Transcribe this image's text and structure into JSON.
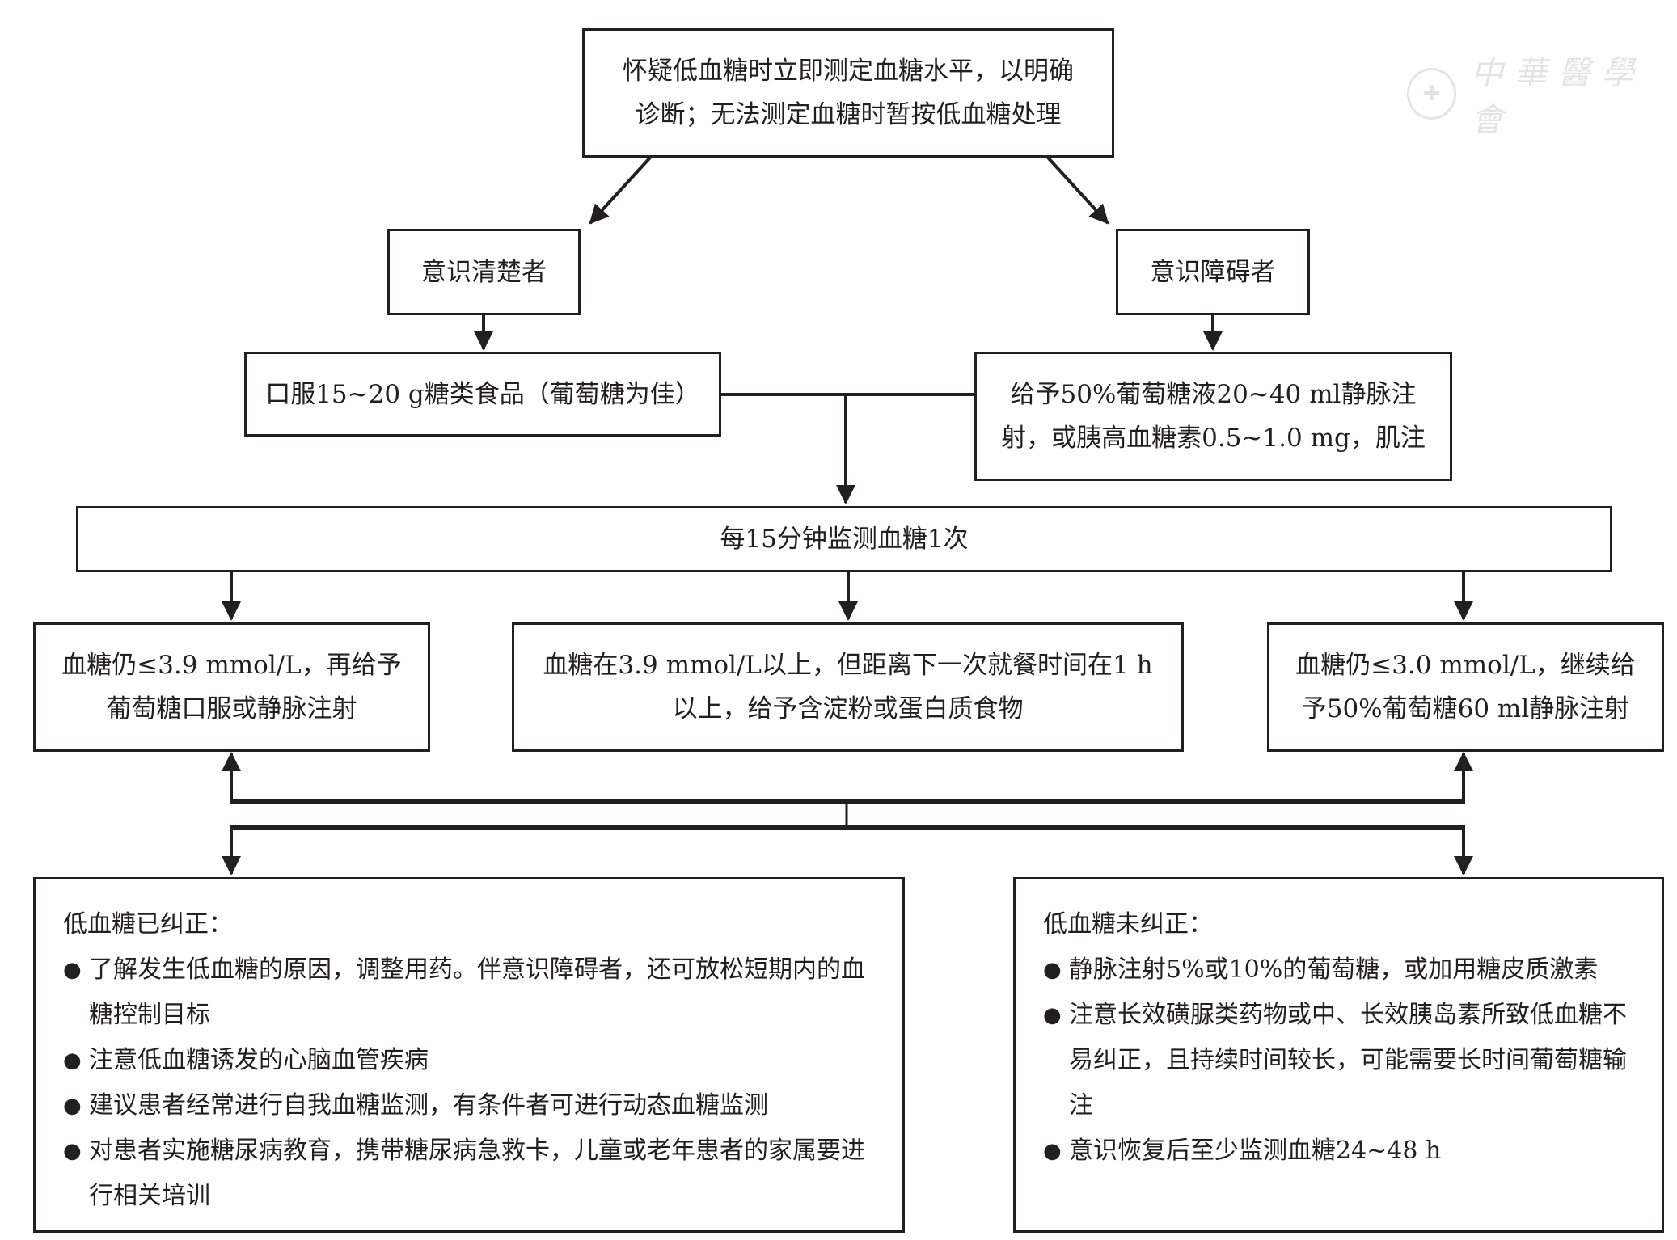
{
  "watermark": {
    "emblem_icon": "medical-association-seal",
    "text": "中華醫學會"
  },
  "nodes": {
    "start": "怀疑低血糖时立即测定血糖水平，以明确诊断；无法测定血糖时暂按低血糖处理",
    "start_line1": "怀疑低血糖时立即测定血糖水平，以明确",
    "start_line2": "诊断；无法测定血糖时暂按低血糖处理",
    "conscious": "意识清楚者",
    "impaired": "意识障碍者",
    "oral_line1": "口服15~20 g糖类食品（葡萄糖为佳）",
    "iv_line1": "给予50%葡萄糖液20~40 ml静脉注",
    "iv_line2": "射，或胰高血糖素0.5~1.0 mg，肌注",
    "monitor": "每15分钟监测血糖1次",
    "left_result_line1": "血糖仍≤3.9 mmol/L，再给予",
    "left_result_line2": "葡萄糖口服或静脉注射",
    "mid_result_line1": "血糖在3.9 mmol/L以上，但距离下一次就餐时间在1 h",
    "mid_result_line2": "以上，给予含淀粉或蛋白质食物",
    "right_result_line1": "血糖仍≤3.0 mmol/L，继续给",
    "right_result_line2": "予50%葡萄糖60 ml静脉注射"
  },
  "corrected": {
    "heading": "低血糖已纠正：",
    "items": [
      "了解发生低血糖的原因，调整用药。伴意识障碍者，还可放松短期内的血糖控制目标",
      "注意低血糖诱发的心脑血管疾病",
      "建议患者经常进行自我血糖监测，有条件者可进行动态血糖监测",
      "对患者实施糖尿病教育，携带糖尿病急救卡，儿童或老年患者的家属要进行相关培训"
    ]
  },
  "not_corrected": {
    "heading": "低血糖未纠正：",
    "items": [
      "静脉注射5%或10%的葡萄糖，或加用糖皮质激素",
      "注意长效磺脲类药物或中、长效胰岛素所致低血糖不易纠正，且持续时间较长，可能需要长时间葡萄糖输注",
      "意识恢复后至少监测血糖24~48 h"
    ]
  },
  "bullet_glyph": "●"
}
